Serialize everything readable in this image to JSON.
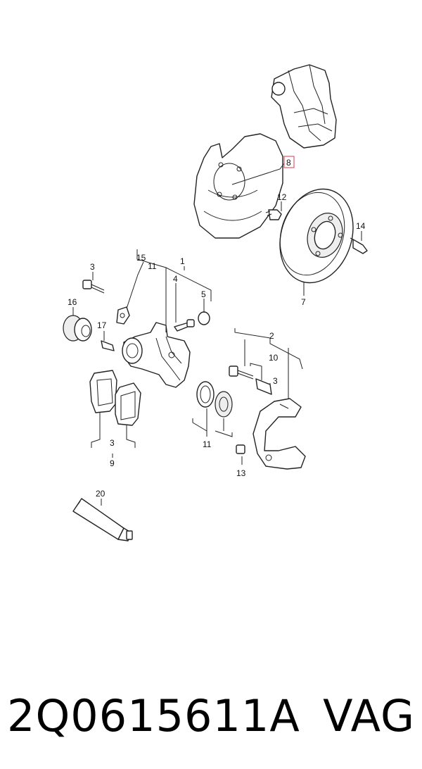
{
  "diagram": {
    "callouts": [
      {
        "id": "c1",
        "text": "1"
      },
      {
        "id": "c2",
        "text": "2"
      },
      {
        "id": "c3a",
        "text": "3"
      },
      {
        "id": "c3b",
        "text": "3"
      },
      {
        "id": "c3c",
        "text": "3"
      },
      {
        "id": "c4",
        "text": "4"
      },
      {
        "id": "c5",
        "text": "5"
      },
      {
        "id": "c7",
        "text": "7"
      },
      {
        "id": "c8",
        "text": "8",
        "highlighted": true
      },
      {
        "id": "c9",
        "text": "9"
      },
      {
        "id": "c10",
        "text": "10"
      },
      {
        "id": "c11a",
        "text": "11"
      },
      {
        "id": "c11b",
        "text": "11"
      },
      {
        "id": "c12",
        "text": "12"
      },
      {
        "id": "c13",
        "text": "13"
      },
      {
        "id": "c14",
        "text": "14"
      },
      {
        "id": "c15",
        "text": "15"
      },
      {
        "id": "c16",
        "text": "16"
      },
      {
        "id": "c17",
        "text": "17"
      },
      {
        "id": "c20",
        "text": "20"
      }
    ],
    "highlight_color": "#e05a6a"
  },
  "footer": {
    "part_number": "2Q0615611A",
    "brand": "VAG"
  }
}
